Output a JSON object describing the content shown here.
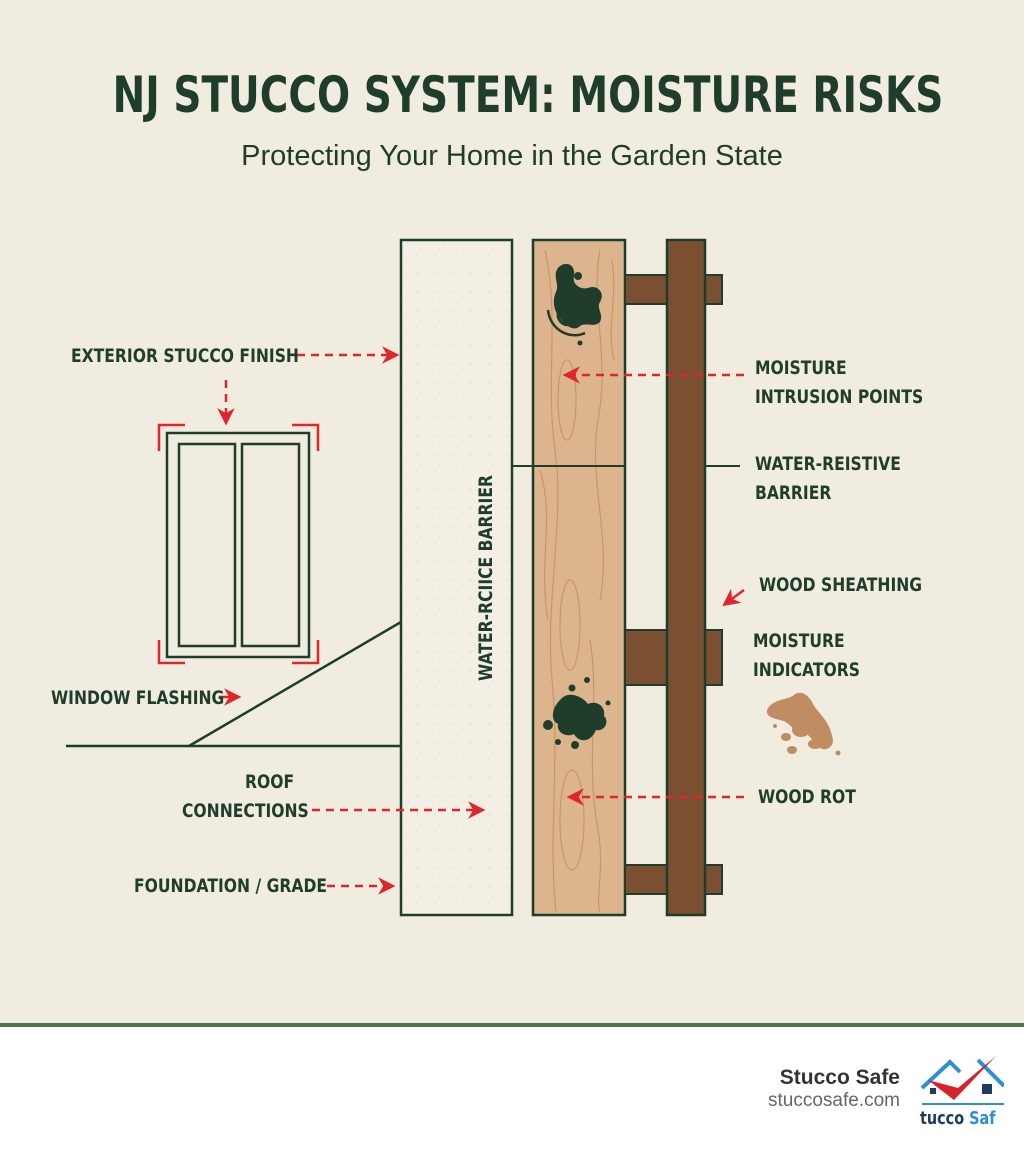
{
  "header": {
    "title": "NJ STUCCO SYSTEM: MOISTURE RISKS",
    "subtitle": "Protecting Your Home in the Garden State"
  },
  "diagram": {
    "layers": [
      {
        "name": "stucco-layer",
        "fill": "#f3efe5"
      },
      {
        "name": "wood-sheathing-layer",
        "fill": "#dcb58f"
      },
      {
        "name": "framing-stud",
        "fill": "#7a4f32"
      }
    ],
    "vertical_label": "WATER-RCIICE BARRIER",
    "labels_left": {
      "exterior_stucco_finish": "EXTERIOR STUCCO FINISH",
      "window_flashing": "WINDOW FLASHING",
      "roof_connections_line1": "ROOF",
      "roof_connections_line2": "CONNECTIONS",
      "foundation_grade": "FOUNDATION / GRADE"
    },
    "labels_right": {
      "moisture_intrusion_line1": "MOISTURE",
      "moisture_intrusion_line2": "INTRUSION POINTS",
      "water_resistive_line1": "WATER-REISTIVE",
      "water_resistive_line2": "BARRIER",
      "wood_sheathing": "WOOD SHEATHING",
      "moisture_indicators_line1": "MOISTURE",
      "moisture_indicators_line2": "INDICATORS",
      "wood_rot": "WOOD ROT"
    },
    "colors": {
      "outline": "#1f3d2b",
      "arrow": "#e0252b",
      "wood_light": "#dcb58f",
      "wood_grain": "#c98f5f",
      "stud": "#7a4f32",
      "stain": "#c08c62",
      "mold": "#1f3d2b",
      "background": "#f1ece0"
    }
  },
  "footer": {
    "brand_name": "Stucco Safe",
    "brand_url": "stuccosafe.com",
    "logo_text_part1": "tucco ",
    "logo_text_part2": "Saf",
    "rule_color": "#4e7150"
  }
}
